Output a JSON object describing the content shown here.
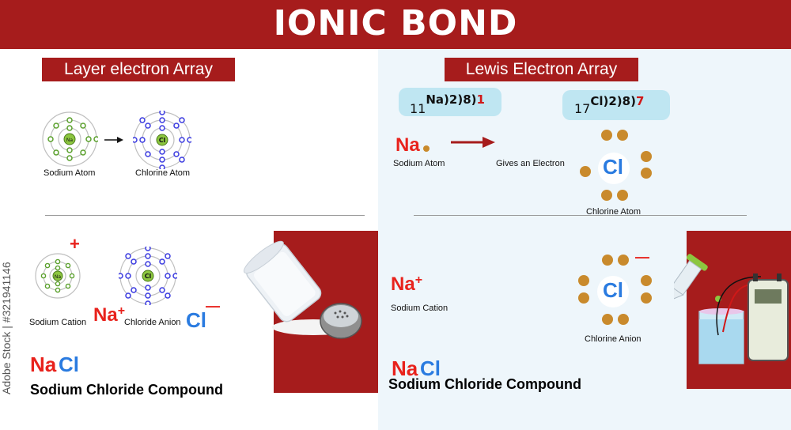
{
  "title": "IONIC BOND",
  "watermark": "Adobe Stock | #321941146",
  "left": {
    "banner": "Layer electron Array",
    "sodium_atom_label": "Sodium Atom",
    "chlorine_atom_label": "Chlorine Atom",
    "na_nucleus": "Na",
    "cl_nucleus": "Cl",
    "plus_sign": "+",
    "minus_sign": "—",
    "sodium_cation_label": "Sodium Cation",
    "chloride_anion_label": "Chloride Anion",
    "na_symbol": "Na",
    "cl_symbol": "Cl",
    "compound_label": "Sodium Chloride Compound"
  },
  "right": {
    "banner": "Lewis Electron Array",
    "na_config": {
      "z": "11",
      "sym": "Na",
      "shells": ")2)8)",
      "valence": "1"
    },
    "cl_config": {
      "z": "17",
      "sym": "Cl",
      "shells": ")2)8)",
      "valence": "7"
    },
    "na_symbol": "Na",
    "sodium_atom_label": "Sodium Atom",
    "gives_electron_label": "Gives an Electron",
    "cl_symbol": "Cl",
    "chlorine_atom_label": "Chlorine Atom",
    "plus_sign": "+",
    "minus_sign": "—",
    "sodium_cation_label": "Sodium Cation",
    "chlorine_anion_label": "Chlorine Anion",
    "compound_label": "Sodium Chloride Compound"
  },
  "colors": {
    "brand_red": "#a61c1c",
    "symbol_red": "#e8221c",
    "symbol_blue": "#2a7be0",
    "electron_dot": "#c98a2c",
    "light_panel": "#eef6fb",
    "config_pill": "#bfe6f2"
  }
}
